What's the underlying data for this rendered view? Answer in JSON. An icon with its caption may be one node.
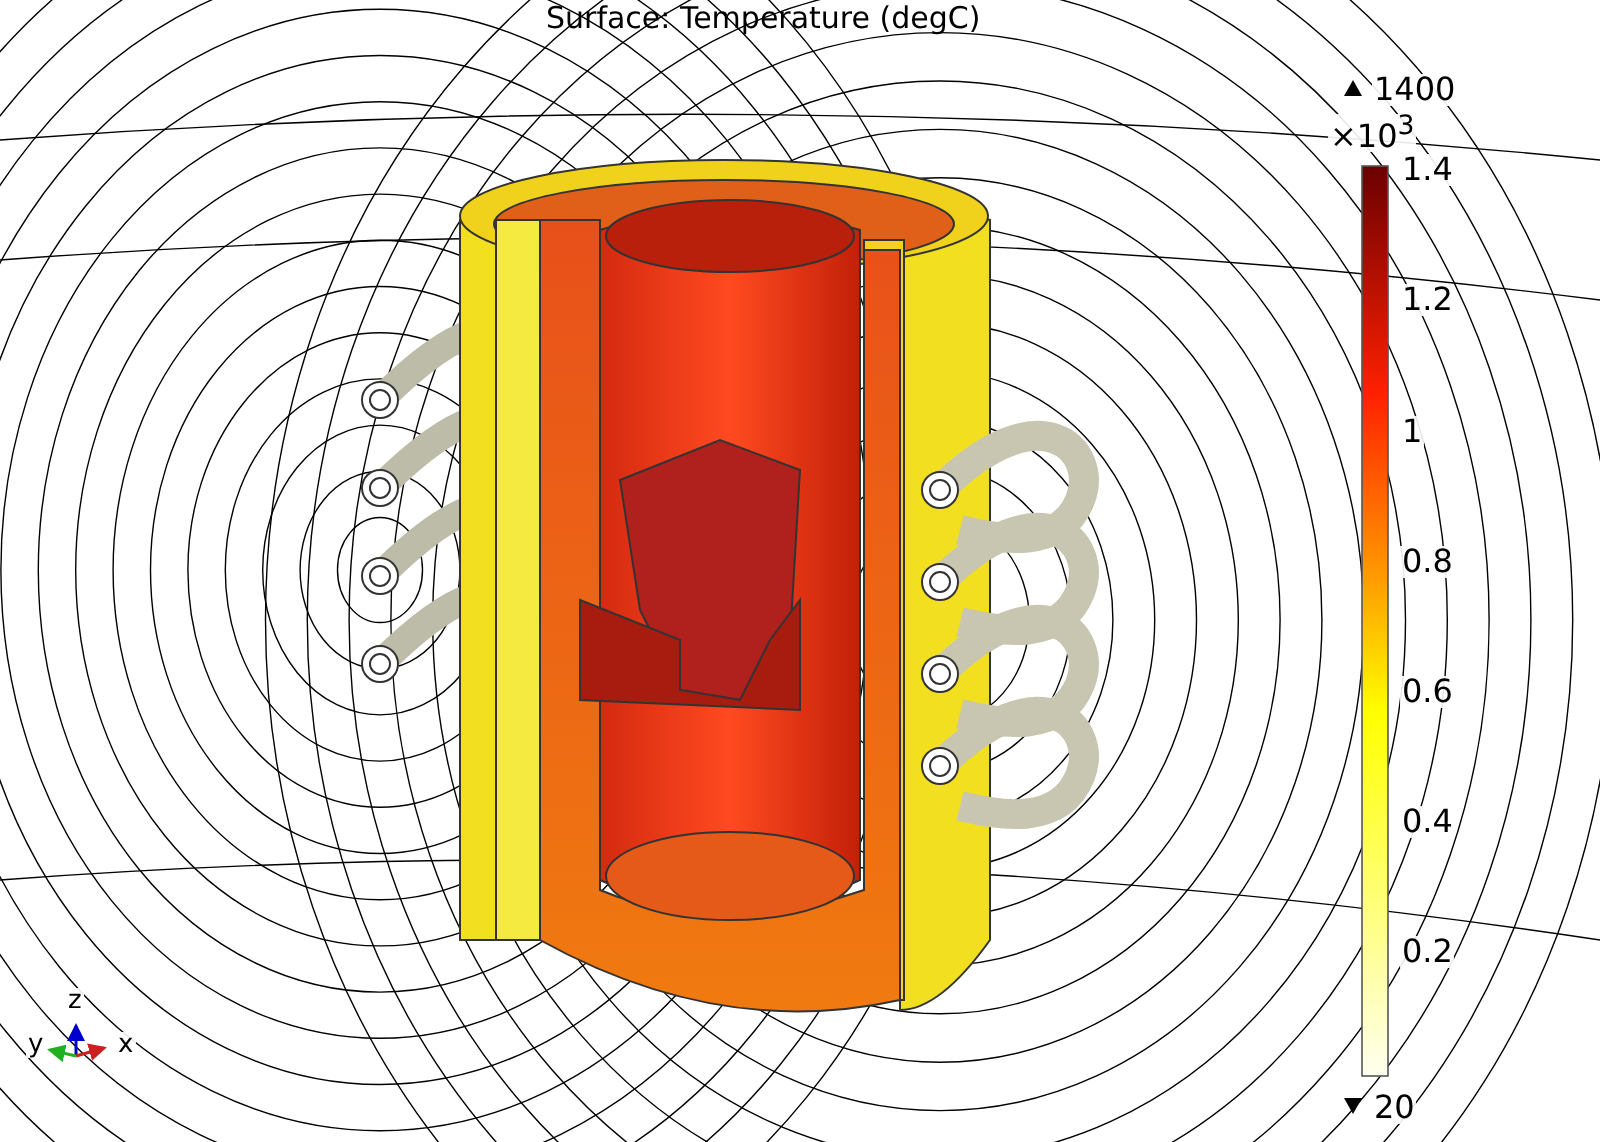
{
  "diagram": {
    "title": "Surface: Temperature (degC)",
    "nodes": [
      {
        "text": [],
        "shape": "bar"
      }
    ],
    "labels": [
      "1400",
      "×10$^{3}$",
      "1.4",
      "1.2",
      "1",
      "0.8",
      "0.6",
      "0.4",
      "0.2",
      "20",
      "z",
      "y",
      "x"
    ]
  }
}
